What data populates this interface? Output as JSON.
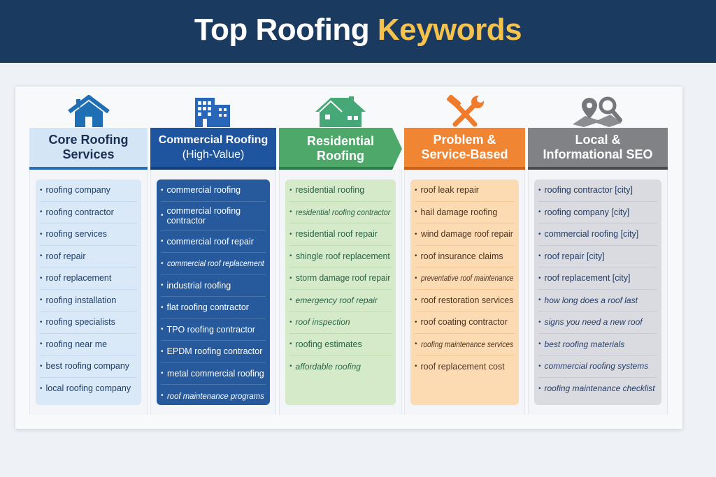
{
  "title": {
    "part1": "Top Roofing",
    "part2": "Keywords"
  },
  "columns": [
    {
      "id": "core",
      "icon": "house-icon",
      "header": [
        "Core Roofing",
        "Services"
      ],
      "colors": {
        "header_bg": "#d4e6f6",
        "header_text": "#1a2f55",
        "border": "#2b6fb3",
        "list_bg": "#d9e9f7",
        "list_text": "#1f3f6e",
        "divider": "#c4d9ee"
      },
      "items": [
        {
          "t": "roofing company"
        },
        {
          "t": "roofing contractor"
        },
        {
          "t": "roofing services"
        },
        {
          "t": "roof repair"
        },
        {
          "t": "roof replacement"
        },
        {
          "t": "roofing installation"
        },
        {
          "t": "roofing specialists"
        },
        {
          "t": "roofing near me"
        },
        {
          "t": "best roofing company"
        },
        {
          "t": "local roofing company"
        }
      ]
    },
    {
      "id": "commercial",
      "icon": "buildings-icon",
      "header": [
        "Commercial Roofing",
        "(High-Value)"
      ],
      "colors": {
        "header_bg": "#1e559e",
        "header_text": "#ffffff",
        "border": "#163f78",
        "list_bg": "#275a9c",
        "list_text": "#ffffff",
        "divider": "#4873ad"
      },
      "items": [
        {
          "t": "commercial roofing"
        },
        {
          "t": "commercial roofing contractor",
          "two": true
        },
        {
          "t": "commercial roof repair"
        },
        {
          "t": "commercial roof replacement",
          "it": true
        },
        {
          "t": "industrial roofing"
        },
        {
          "t": "flat roofing contractor"
        },
        {
          "t": "TPO roofing contractor"
        },
        {
          "t": "EPDM roofing contractor"
        },
        {
          "t": "metal commercial roofing"
        },
        {
          "t": "roof maintenance programs",
          "it": true
        }
      ]
    },
    {
      "id": "residential",
      "icon": "home-icon",
      "header": [
        "Residential",
        "Roofing"
      ],
      "colors": {
        "header_bg": "#4da86a",
        "header_text": "#ffffff",
        "border": "#2f7a4a",
        "list_bg": "#d5eac8",
        "list_text": "#2a6548",
        "divider": "#c1ddb2"
      },
      "items": [
        {
          "t": "residential roofing"
        },
        {
          "t": "residential roofing contractor",
          "it": true
        },
        {
          "t": "residential roof repair"
        },
        {
          "t": "shingle roof replacement"
        },
        {
          "t": "storm damage roof repair"
        },
        {
          "t": "emergency roof repair",
          "it": true
        },
        {
          "t": "roof inspection",
          "it": true
        },
        {
          "t": "roofing estimates"
        },
        {
          "t": "affordable roofing",
          "it": true
        }
      ]
    },
    {
      "id": "problem",
      "icon": "hammer-wrench-icon",
      "header": [
        "Problem &",
        "Service-Based"
      ],
      "colors": {
        "header_bg": "#f08533",
        "header_text": "#ffffff",
        "border": "#c9601c",
        "list_bg": "#fddbb2",
        "list_text": "#4d3522",
        "divider": "#f4c796"
      },
      "items": [
        {
          "t": "roof leak repair"
        },
        {
          "t": "hail damage roofing"
        },
        {
          "t": "wind damage roof repair"
        },
        {
          "t": "roof insurance claims"
        },
        {
          "t": "preventative roof maintenance",
          "it": true
        },
        {
          "t": "roof restoration services"
        },
        {
          "t": "roof coating contractor"
        },
        {
          "t": "roofing maintenance services",
          "it": true
        },
        {
          "t": "roof replacement cost"
        }
      ]
    },
    {
      "id": "local",
      "icon": "map-search-icon",
      "header": [
        "Local &",
        "Informational SEO"
      ],
      "colors": {
        "header_bg": "#818285",
        "header_text": "#ffffff",
        "border": "#4a4b4e",
        "list_bg": "#d9dbe1",
        "list_text": "#243e6a",
        "divider": "#c7cad2"
      },
      "items": [
        {
          "t": "roofing contractor [city]"
        },
        {
          "t": "roofing company [city]"
        },
        {
          "t": "commercial roofing [city]"
        },
        {
          "t": "roof repair [city]"
        },
        {
          "t": "roof replacement [city]"
        },
        {
          "t": "how long does a roof last",
          "it": true
        },
        {
          "t": "signs you need a new roof",
          "it": true
        },
        {
          "t": "best roofing materials",
          "it": true
        },
        {
          "t": "commercial roofing systems",
          "it": true
        },
        {
          "t": "roofing maintenance checklist",
          "it": true
        }
      ]
    }
  ]
}
